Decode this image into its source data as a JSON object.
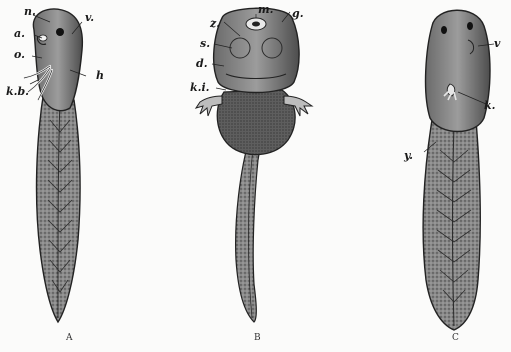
{
  "figure": {
    "panel_a": {
      "caption": "A",
      "labels": {
        "n": "n.",
        "a": "a.",
        "o": "o.",
        "kb": "k.b.",
        "v": "v.",
        "h": "h"
      }
    },
    "panel_b": {
      "caption": "B",
      "labels": {
        "m": "m.",
        "g": "g.",
        "z": "z.",
        "s": "s.",
        "d": "d.",
        "ki": "k.i."
      }
    },
    "panel_c": {
      "caption": "C",
      "labels": {
        "v": "v",
        "k": "k.",
        "y": "y."
      }
    }
  }
}
